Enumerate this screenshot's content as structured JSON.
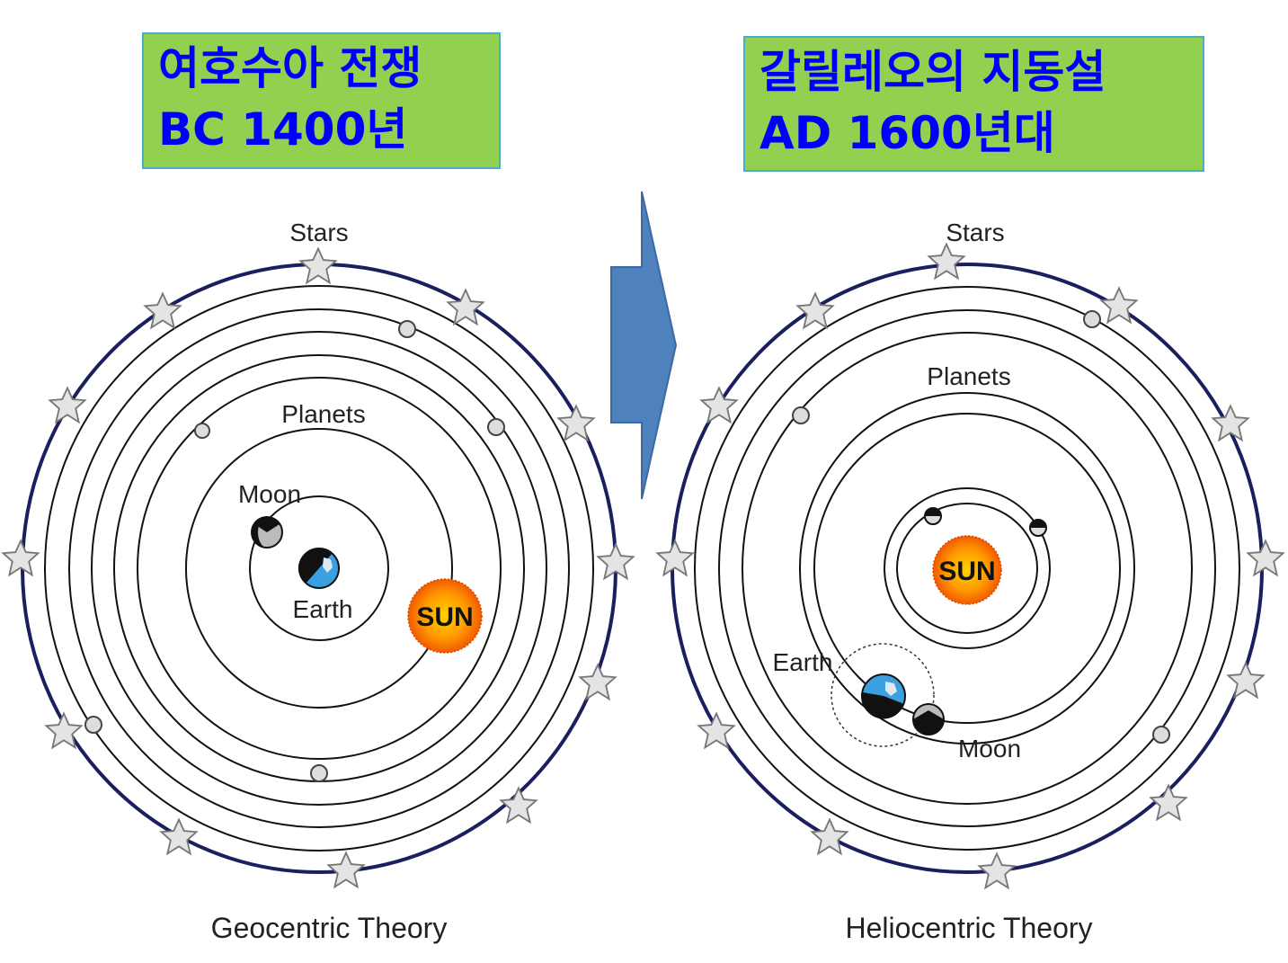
{
  "left_title": {
    "line1": "여호수아 전쟁",
    "line2": "BC 1400년"
  },
  "right_title": {
    "line1": "갈릴레오의 지동설",
    "line2": "AD 1600년대"
  },
  "geocentric": {
    "stars_label": "Stars",
    "planets_label": "Planets",
    "moon_label": "Moon",
    "earth_label": "Earth",
    "sun_label": "SUN",
    "caption": "Geocentric Theory"
  },
  "heliocentric": {
    "stars_label": "Stars",
    "planets_label": "Planets",
    "earth_label": "Earth",
    "moon_label": "Moon",
    "sun_label": "SUN",
    "caption": "Heliocentric Theory"
  },
  "colors": {
    "title_bg": "#92d050",
    "title_border": "#4bacc6",
    "title_text": "#0000ff",
    "arrow": "#4f81bd",
    "outer_orbit": "#1a1f5e",
    "sun": "#ff8a00",
    "earth_blue": "#3aa0e0"
  }
}
